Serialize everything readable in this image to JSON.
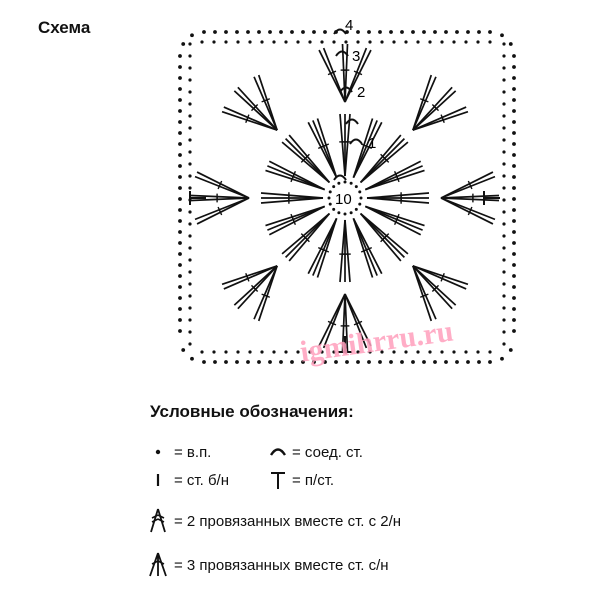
{
  "title": "Схема",
  "watermark": "igmihrru.ru",
  "rounds": {
    "r1": "1",
    "r2": "2",
    "r3": "3",
    "r4": "4",
    "center": "10"
  },
  "legend": {
    "title": "Условные обозначения:",
    "ch": "= в.п.",
    "slst": "= соед. ст.",
    "sc": "= ст. б/н",
    "hdc": "= п/ст.",
    "dc2tog": "= 2 провязанных вместе ст. с 2/н",
    "dc3tog": "= 3 провязанных вместе ст. с/н"
  },
  "colors": {
    "ink": "#111111",
    "watermark": "#ff9fbd"
  }
}
